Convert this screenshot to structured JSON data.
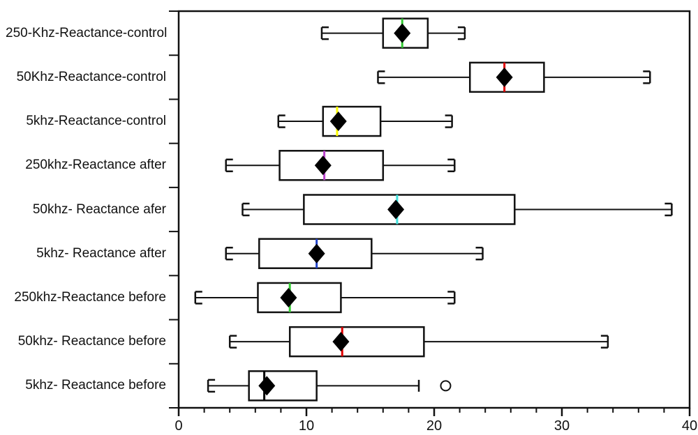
{
  "chart_data": {
    "type": "boxplot",
    "orientation": "horizontal",
    "title": "",
    "xlabel": "",
    "ylabel": "",
    "x_axis": {
      "min": 0,
      "max": 40,
      "major_ticks": [
        0,
        10,
        20,
        30,
        40
      ],
      "major_tick_labels": [
        "0",
        "10",
        "20",
        "30",
        "40"
      ],
      "minor_tick_step": 2,
      "grid": false
    },
    "legend": "none",
    "categories": [
      "250-Khz-Reactance-control",
      "50Khz-Reactance-control",
      "5khz-Reactance-control",
      "250khz-Reactance after",
      "50khz- Reactance afer",
      "5khz- Reactance after",
      "250khz-Reactance before",
      "50khz- Reactance before",
      "5khz- Reactance before"
    ],
    "series": [
      {
        "category": "250-Khz-Reactance-control",
        "whisker_low": 11.2,
        "q1": 16.0,
        "median": 17.5,
        "q3": 19.5,
        "whisker_high": 22.4,
        "mean": 17.5,
        "median_color": "#33cc33",
        "outliers": [],
        "right_cap": "bracket",
        "left_cap": "bracket"
      },
      {
        "category": "50Khz-Reactance-control",
        "whisker_low": 15.6,
        "q1": 22.8,
        "median": 25.5,
        "q3": 28.6,
        "whisker_high": 36.9,
        "mean": 25.5,
        "median_color": "#e00000",
        "outliers": [],
        "right_cap": "bracket",
        "left_cap": "bracket"
      },
      {
        "category": "5khz-Reactance-control",
        "whisker_low": 7.8,
        "q1": 11.3,
        "median": 12.4,
        "q3": 15.8,
        "whisker_high": 21.4,
        "mean": 12.5,
        "median_color": "#ffff00",
        "outliers": [],
        "right_cap": "bracket",
        "left_cap": "bracket"
      },
      {
        "category": "250khz-Reactance after",
        "whisker_low": 3.7,
        "q1": 7.9,
        "median": 11.4,
        "q3": 16.0,
        "whisker_high": 21.6,
        "mean": 11.3,
        "median_color": "#bb44cc",
        "outliers": [],
        "right_cap": "bracket",
        "left_cap": "bracket"
      },
      {
        "category": "50khz- Reactance afer",
        "whisker_low": 5.0,
        "q1": 9.8,
        "median": 17.1,
        "q3": 26.3,
        "whisker_high": 38.6,
        "mean": 17.0,
        "median_color": "#3fe0dc",
        "outliers": [],
        "right_cap": "bracket",
        "left_cap": "bracket"
      },
      {
        "category": "5khz- Reactance after",
        "whisker_low": 3.7,
        "q1": 6.3,
        "median": 10.8,
        "q3": 15.1,
        "whisker_high": 23.8,
        "mean": 10.8,
        "median_color": "#2244cc",
        "outliers": [],
        "right_cap": "bracket",
        "left_cap": "bracket"
      },
      {
        "category": "250khz-Reactance before",
        "whisker_low": 1.3,
        "q1": 6.2,
        "median": 8.7,
        "q3": 12.7,
        "whisker_high": 21.6,
        "mean": 8.6,
        "median_color": "#33cc33",
        "outliers": [],
        "right_cap": "bracket",
        "left_cap": "bracket"
      },
      {
        "category": "50khz- Reactance before",
        "whisker_low": 4.0,
        "q1": 8.7,
        "median": 12.8,
        "q3": 19.2,
        "whisker_high": 33.6,
        "mean": 12.7,
        "median_color": "#e00000",
        "outliers": [],
        "right_cap": "bracket",
        "left_cap": "bracket"
      },
      {
        "category": "5khz- Reactance before",
        "whisker_low": 2.3,
        "q1": 5.5,
        "median": 6.7,
        "q3": 10.8,
        "whisker_high": 18.8,
        "mean": 6.9,
        "median_color": "#000000",
        "outliers": [
          20.9
        ],
        "right_cap": "plain",
        "left_cap": "bracket"
      }
    ],
    "style_colors": {
      "ink": "#111111",
      "box_fill": "#ffffff",
      "mean_marker": "#000000",
      "outlier_fill": "#ffffff"
    }
  }
}
